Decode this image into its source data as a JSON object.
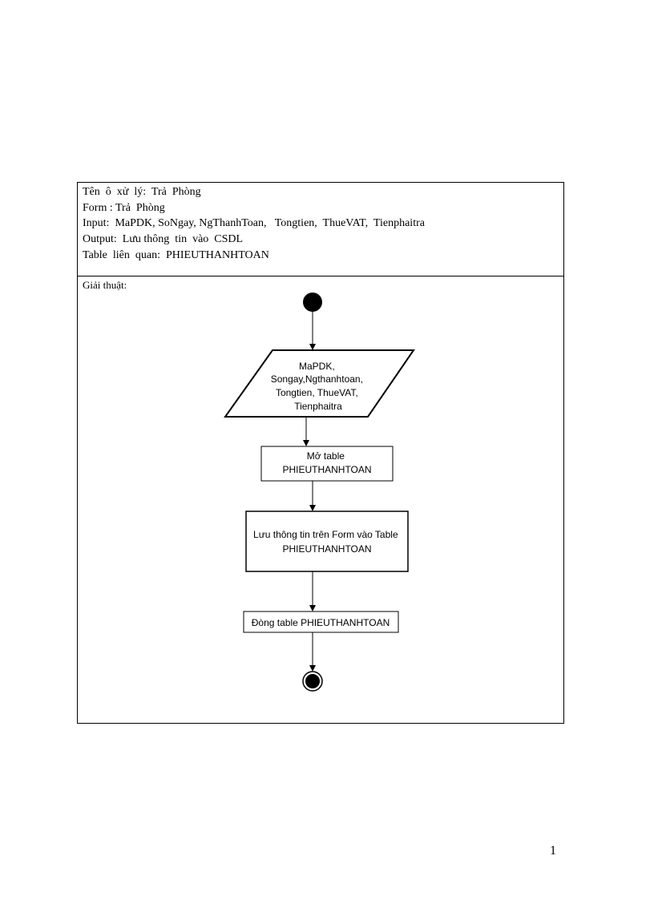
{
  "header": {
    "name": "Tên  ô  xử  lý:  Trả  Phòng",
    "form": "Form : Trả  Phòng",
    "input": "Input:  MaPDK, SoNgay, NgThanhToan,   Tongtien,  ThueVAT,  Tienphaitra",
    "output": "Output:  Lưu thông  tin  vào  CSDL",
    "table": "Table  liên  quan:  PHIEUTHANHTOAN"
  },
  "algorithm_label": "Giải thuật:",
  "flowchart": {
    "input_lines": [
      "MaPDK,",
      "Songay,Ngthanhtoan,",
      "Tongtien, ThueVAT,",
      "Tienphaitra"
    ],
    "open_lines": [
      "Mở table",
      "PHIEUTHANHTOAN"
    ],
    "save_lines": [
      "Lưu thông tin trên Form vào Table",
      "PHIEUTHANHTOAN"
    ],
    "close_label": "Đòng table PHIEUTHANHTOAN"
  },
  "page_number": "1"
}
